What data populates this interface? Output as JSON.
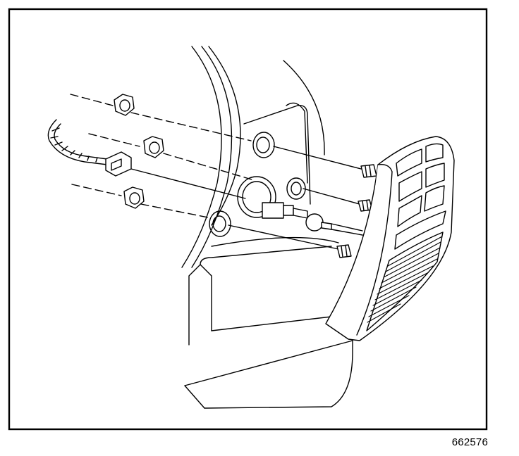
{
  "figure": {
    "id_label": "662576",
    "colors": {
      "line": "#000000",
      "background": "#ffffff"
    },
    "components": [
      "rear-panel",
      "tail-lamp-assembly",
      "mounting-nut",
      "mounting-stud",
      "wiring-harness",
      "harness-connector",
      "lamp-socket",
      "grommet"
    ]
  }
}
